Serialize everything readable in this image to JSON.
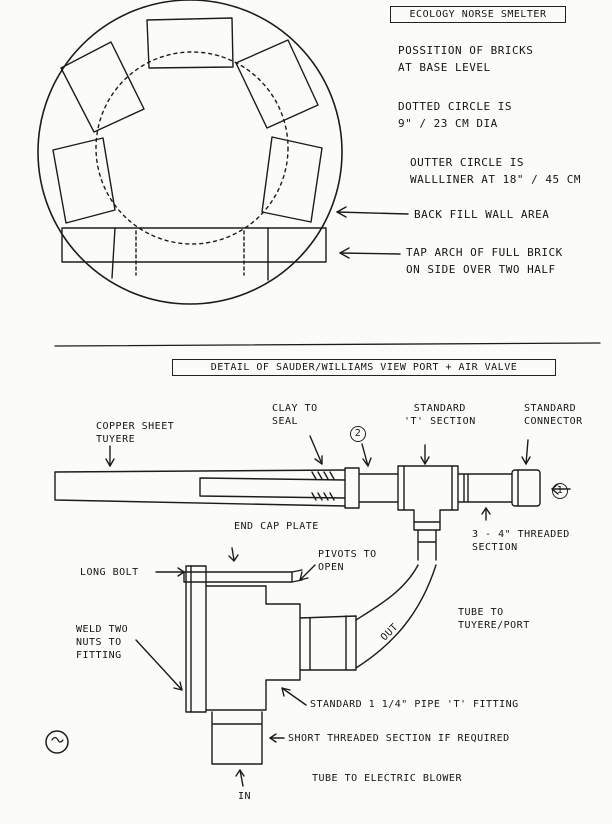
{
  "title_box": "ECOLOGY NORSE SMELTER",
  "notes": {
    "position": "POSSITION OF BRICKS\nAT BASE LEVEL",
    "dotted": "DOTTED CIRCLE IS\n9\" / 23 CM DIA",
    "outer": "OUTTER CIRCLE IS\nWALLLINER AT 18\" / 45 CM",
    "backfill": "BACK FILL WALL AREA",
    "tap_arch": "TAP ARCH OF FULL BRICK\nON SIDE OVER TWO HALF"
  },
  "detail_title": "DETAIL OF SAUDER/WILLIAMS VIEW PORT + AIR VALVE",
  "labels": {
    "copper": "COPPER SHEET\nTUYERE",
    "clay": "CLAY TO\nSEAL",
    "std_t": "STANDARD\n'T' SECTION",
    "std_conn": "STANDARD\nCONNECTOR",
    "num2": "2",
    "num1": "1",
    "threaded": "3 - 4\" THREADED\nSECTION",
    "endcap": "END CAP PLATE",
    "longbolt": "LONG BOLT",
    "pivots": "PIVOTS TO\nOPEN",
    "weld": "WELD TWO\nNUTS TO\nFITTING",
    "tube_tuyere": "TUBE TO\nTUYERE/PORT",
    "out": "OUT",
    "pipe_t": "STANDARD 1 1/4\" PIPE 'T' FITTING",
    "short_thread": "SHORT THREADED SECTION IF REQUIRED",
    "blower": "TUBE TO ELECTRIC BLOWER",
    "in": "IN"
  }
}
